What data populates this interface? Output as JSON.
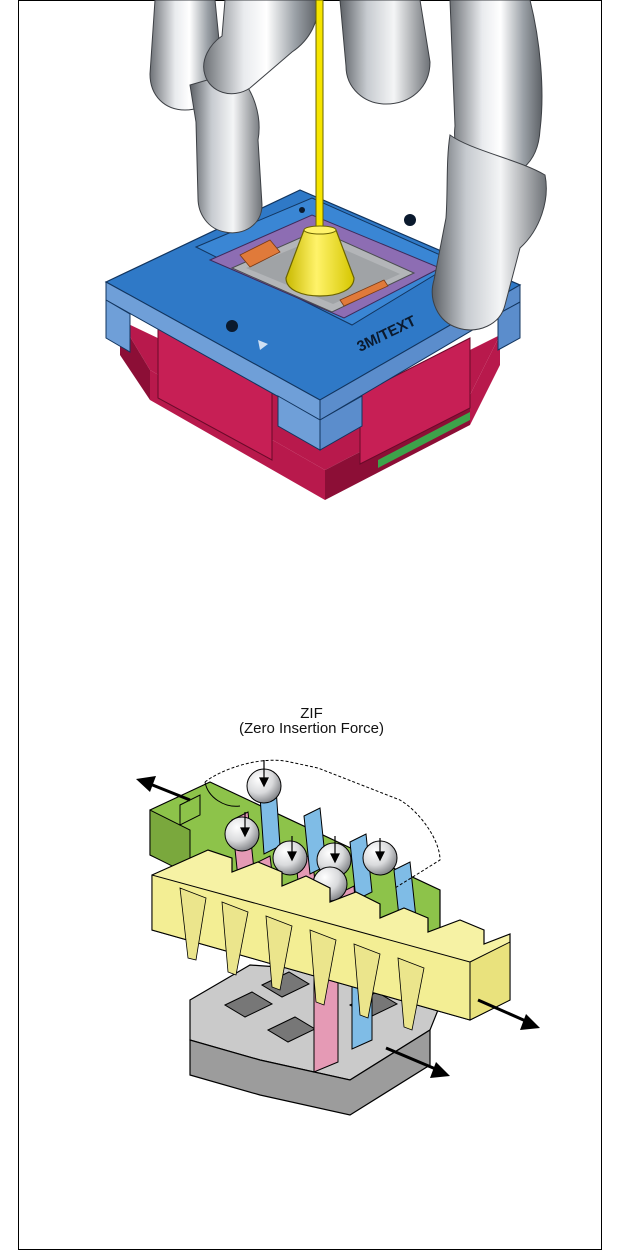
{
  "socket_illustration": {
    "logo_text": "3M/TEXT",
    "colors": {
      "frame_blue": "#2f79c7",
      "frame_light_blue": "#6f9fd8",
      "base_magenta": "#b8194c",
      "base_dark": "#8c0e36",
      "probe_yellow": "#f6e500",
      "finger_grey": "#b9bdc2",
      "chip_grey": "#a0a3a6",
      "cavity_purple": "#8d6db3",
      "pad_orange": "#e07a3a",
      "pcb_green": "#3da34a"
    }
  },
  "zif_diagram": {
    "title": "ZIF",
    "subtitle": "(Zero Insertion Force)",
    "colors": {
      "green_block": "#8dc34a",
      "yellow_block": "#f6f2a4",
      "pink_contact": "#e59ab5",
      "blue_contact": "#7fbce6",
      "ball_silver": "#d9dadc",
      "grey_base": "#b4b4b4"
    }
  }
}
